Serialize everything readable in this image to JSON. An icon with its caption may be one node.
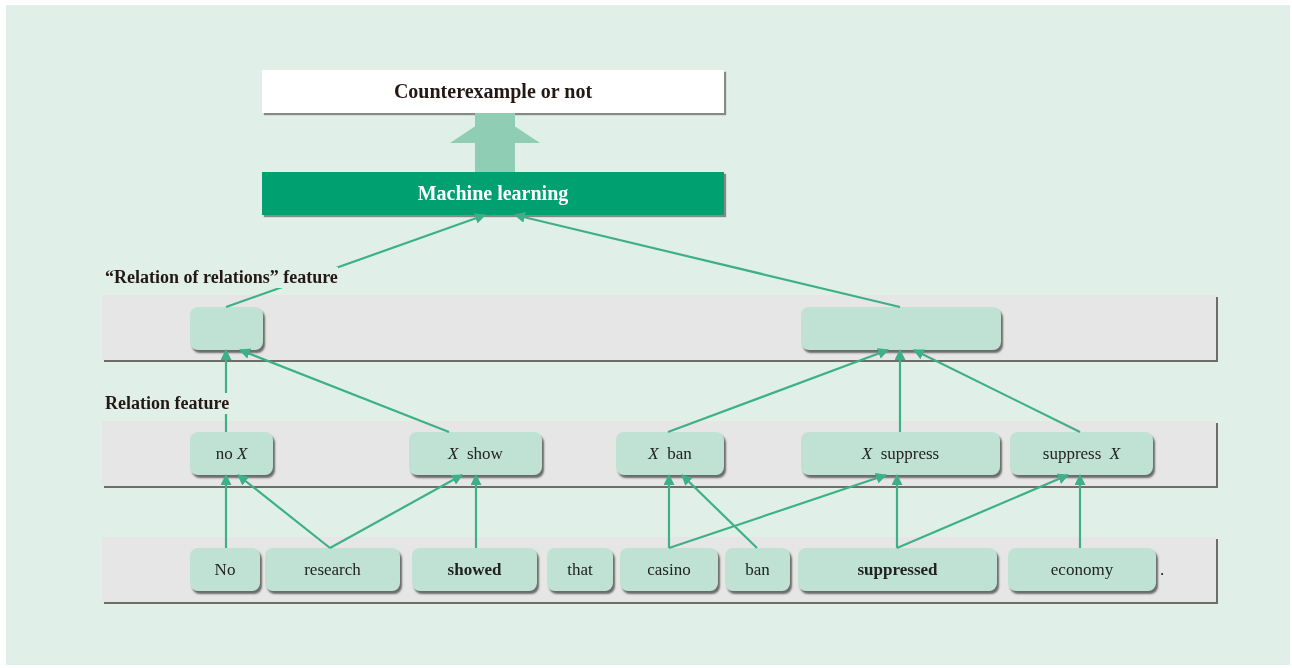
{
  "diagram": {
    "nodes": [
      {
        "text": [
          "Counterexample or not"
        ]
      },
      {
        "text": [
          "Machine learning"
        ]
      },
      {
        "text": [
          "“Relation of relations” feature"
        ]
      },
      {
        "text": [],
        "shape": "box",
        "in": 2
      },
      {
        "text": [],
        "shape": "box",
        "in": 2
      },
      {
        "text": [
          "Relation feature"
        ]
      },
      {
        "text": [
          "no *X*"
        ],
        "in": 5
      },
      {
        "text": [
          "*X*  show"
        ],
        "in": 5
      },
      {
        "text": [
          "*X*  ban"
        ],
        "in": 5
      },
      {
        "text": [
          "*X*  suppress"
        ],
        "in": 5
      },
      {
        "text": [
          "suppress  *X*"
        ],
        "in": 5
      },
      {
        "text": [],
        "shape": "box"
      },
      {
        "text": [
          "No"
        ],
        "in": 11
      },
      {
        "text": [
          "research"
        ],
        "in": 11
      },
      {
        "text": [
          "**showed**"
        ],
        "in": 11
      },
      {
        "text": [
          "that"
        ],
        "in": 11
      },
      {
        "text": [
          "casino"
        ],
        "in": 11
      },
      {
        "text": [
          "ban"
        ],
        "in": 11
      },
      {
        "text": [
          "**suppressed**"
        ],
        "in": 11
      },
      {
        "text": [
          "economy"
        ],
        "in": 11,
        "beside": [
          "."
        ]
      }
    ],
    "edges": [
      {
        "from": 1,
        "to": 0,
        "arrow": "to",
        "style": "thick",
        "color": "#8fcdb5"
      },
      {
        "from": 3,
        "to": 1,
        "arrow": "to"
      },
      {
        "from": 4,
        "to": 1,
        "arrow": "to"
      },
      {
        "from": 6,
        "to": 3,
        "arrow": "to"
      },
      {
        "from": 7,
        "to": 3,
        "arrow": "to"
      },
      {
        "from": 8,
        "to": 4,
        "arrow": "to"
      },
      {
        "from": 9,
        "to": 4,
        "arrow": "to"
      },
      {
        "from": 10,
        "to": 4,
        "arrow": "to"
      },
      {
        "from": 12,
        "to": 6,
        "arrow": "to"
      },
      {
        "from": 13,
        "to": 6,
        "arrow": "to"
      },
      {
        "from": 13,
        "to": 7,
        "arrow": "to"
      },
      {
        "from": 14,
        "to": 7,
        "arrow": "to"
      },
      {
        "from": 16,
        "to": 8,
        "arrow": "to"
      },
      {
        "from": 17,
        "to": 8,
        "arrow": "to"
      },
      {
        "from": 16,
        "to": 9,
        "arrow": "to"
      },
      {
        "from": 18,
        "to": 9,
        "arrow": "to"
      },
      {
        "from": 18,
        "to": 10,
        "arrow": "to"
      },
      {
        "from": 19,
        "to": 10,
        "arrow": "to"
      }
    ]
  }
}
